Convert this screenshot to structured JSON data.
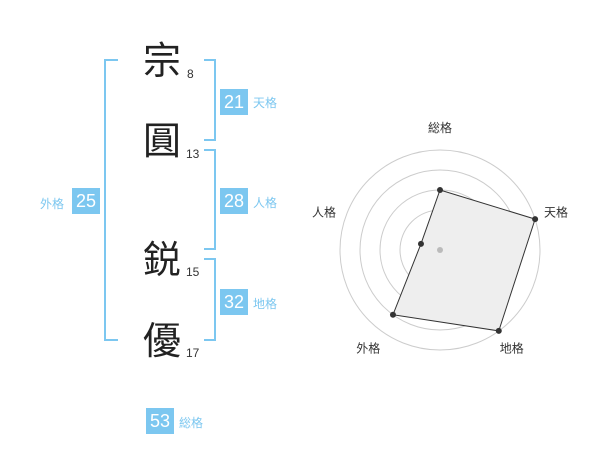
{
  "name": {
    "chars": [
      {
        "char": "宗",
        "strokes": "8"
      },
      {
        "char": "圓",
        "strokes": "13"
      },
      {
        "char": "鋭",
        "strokes": "15"
      },
      {
        "char": "優",
        "strokes": "17"
      }
    ]
  },
  "kaku": {
    "tenkaku": {
      "value": "21",
      "label": "天格"
    },
    "jinkaku": {
      "value": "28",
      "label": "人格"
    },
    "chikaku": {
      "value": "32",
      "label": "地格"
    },
    "gaikaku": {
      "value": "25",
      "label": "外格"
    },
    "soukaku": {
      "value": "53",
      "label": "総格"
    }
  },
  "colors": {
    "accent": "#7cc7f0",
    "text": "#222222",
    "grid": "#cccccc",
    "fill": "#eeeeee"
  },
  "chart_data": {
    "type": "radar",
    "axes": [
      "総格",
      "天格",
      "地格",
      "外格",
      "人格"
    ],
    "values": [
      3,
      5,
      5,
      4,
      1
    ],
    "max": 5,
    "rings": 5
  }
}
